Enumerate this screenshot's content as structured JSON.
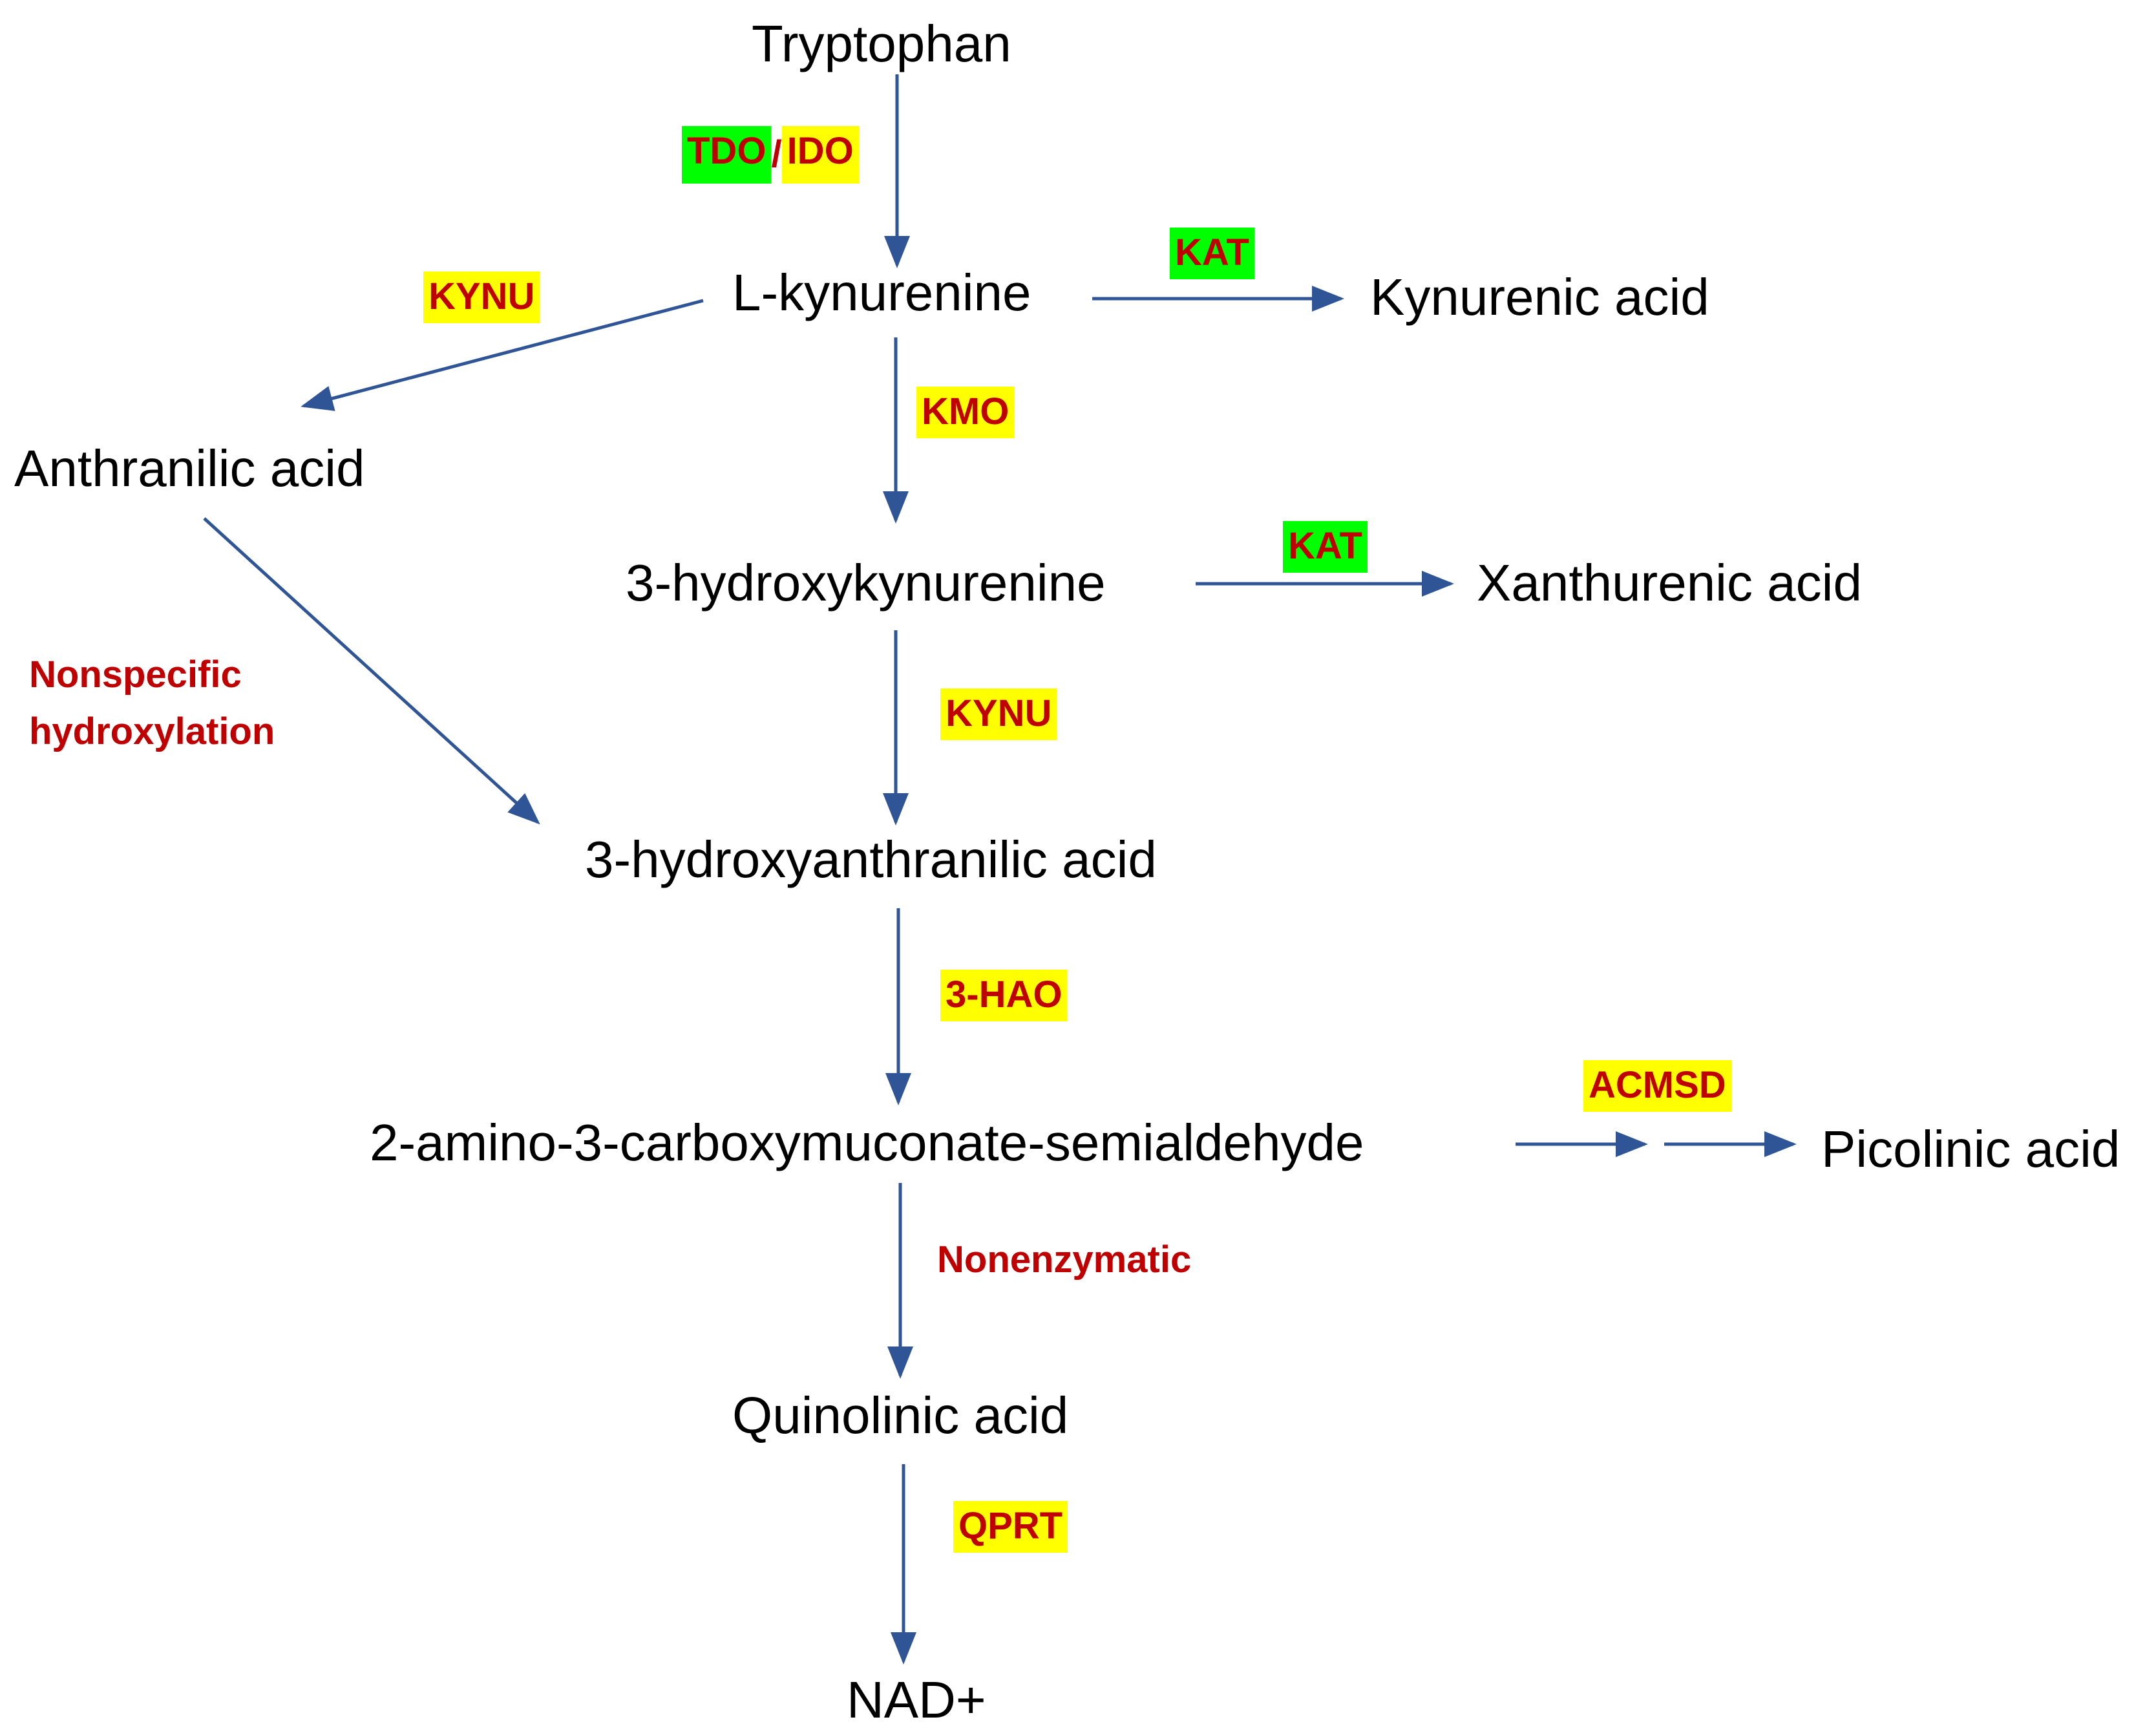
{
  "colors": {
    "arrow": "#2f5597",
    "enzyme_text": "#c00000",
    "highlight_yellow": "#ffff00",
    "highlight_green": "#00ff00",
    "metabolite_text": "#000000"
  },
  "metabolites": {
    "tryptophan": "Tryptophan",
    "l_kynurenine": "L-kynurenine",
    "kynurenic_acid": "Kynurenic acid",
    "anthranilic_acid": "Anthranilic acid",
    "hydroxykynurenine": "3-hydroxykynurenine",
    "xanthurenic_acid": "Xanthurenic acid",
    "hydroxyanthranilic_acid": "3-hydroxyanthranilic acid",
    "acms": "2-amino-3-carboxymuconate-semialdehyde",
    "picolinic_acid": "Picolinic acid",
    "quinolinic_acid": "Quinolinic acid",
    "nad": "NAD+"
  },
  "enzymes": {
    "tdo": "TDO",
    "slash": "/",
    "ido": "IDO",
    "kat_1": "KAT",
    "kynu_1": "KYNU",
    "kmo": "KMO",
    "kat_2": "KAT",
    "nonspecific_line1": "Nonspecific",
    "nonspecific_line2": "hydroxylation",
    "kynu_2": "KYNU",
    "hao": "3-HAO",
    "acmsd": "ACMSD",
    "nonenzymatic": "Nonenzymatic",
    "qprt": "QPRT"
  }
}
